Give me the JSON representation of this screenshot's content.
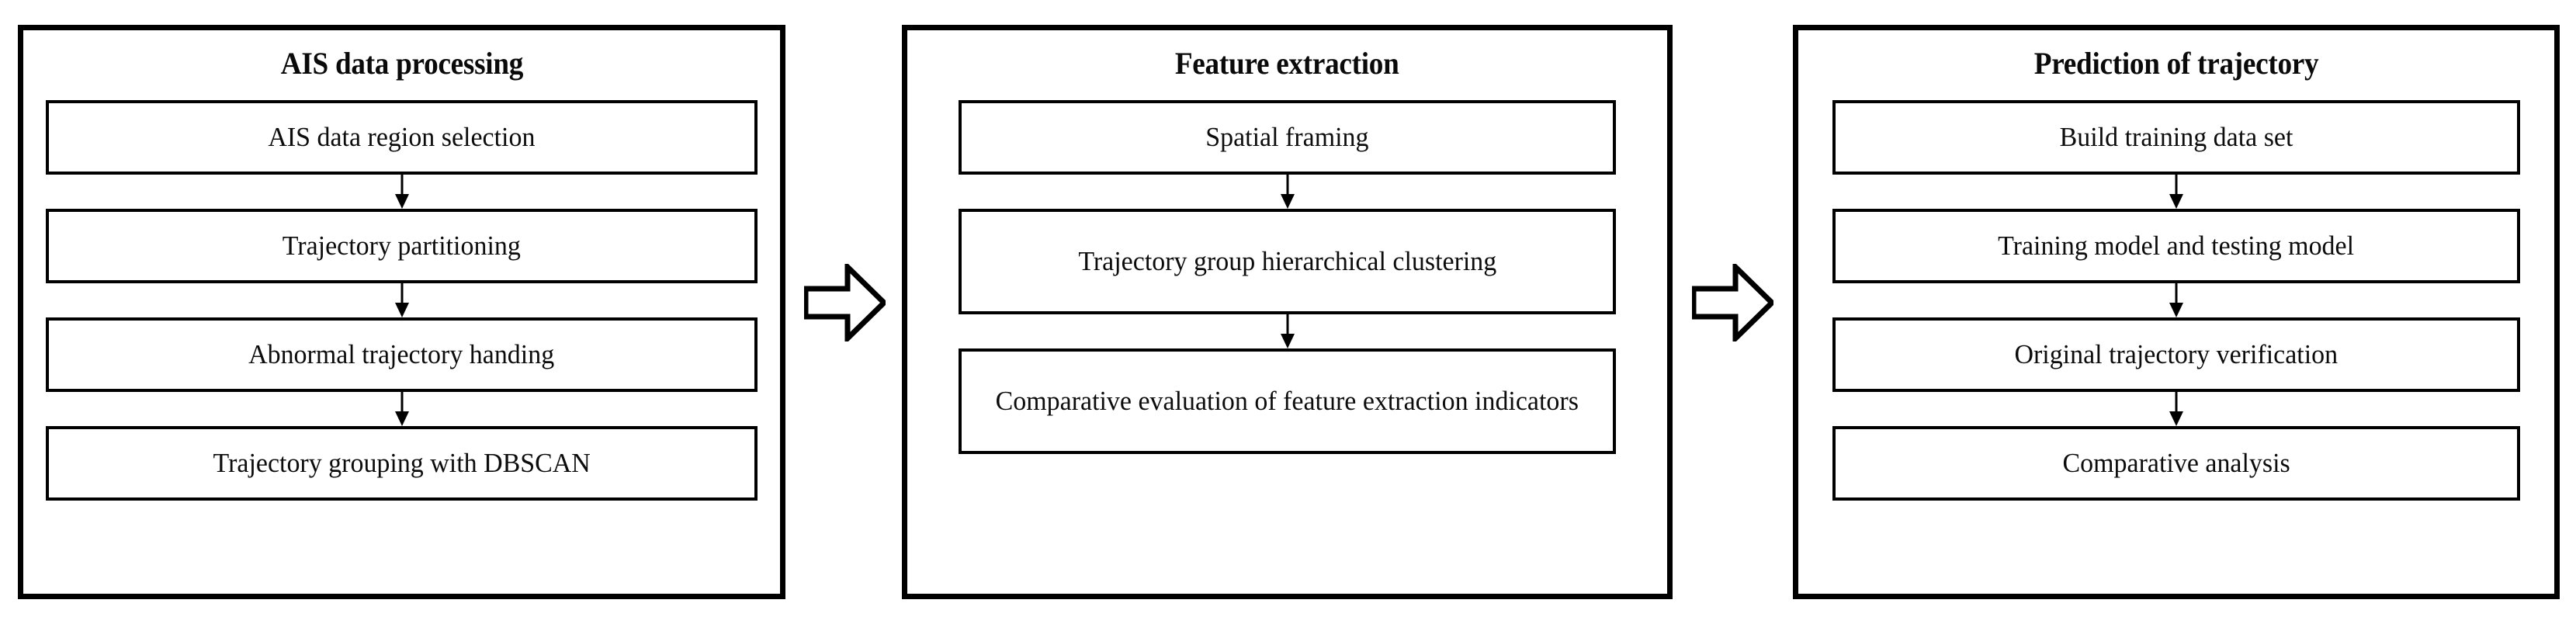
{
  "diagram": {
    "type": "flowchart",
    "orientation": "left-to-right",
    "panel_count": 3,
    "connector_icon": "block-right-arrow",
    "step_connector_icon": "down-arrow",
    "colors": {
      "outline": "#000000",
      "background": "#ffffff",
      "text": "#0c0c0c"
    }
  },
  "panels": [
    {
      "id": "ais-data-processing",
      "title": "AIS data processing",
      "steps": [
        {
          "label": "AIS data region selection"
        },
        {
          "label": "Trajectory partitioning"
        },
        {
          "label": "Abnormal trajectory handing"
        },
        {
          "label": "Trajectory grouping with DBSCAN"
        }
      ]
    },
    {
      "id": "feature-extraction",
      "title": "Feature extraction",
      "steps": [
        {
          "label": "Spatial framing"
        },
        {
          "label": "Trajectory group hierarchical clustering"
        },
        {
          "label": "Comparative evaluation of feature extraction indicators"
        }
      ]
    },
    {
      "id": "prediction-of-trajectory",
      "title": "Prediction of trajectory",
      "steps": [
        {
          "label": "Build training data set"
        },
        {
          "label": "Training model and testing model"
        },
        {
          "label": "Original trajectory verification"
        },
        {
          "label": "Comparative analysis"
        }
      ]
    }
  ],
  "stage_connectors": [
    {
      "from": "ais-data-processing",
      "to": "feature-extraction",
      "icon": "block-right-arrow"
    },
    {
      "from": "feature-extraction",
      "to": "prediction-of-trajectory",
      "icon": "block-right-arrow"
    }
  ]
}
